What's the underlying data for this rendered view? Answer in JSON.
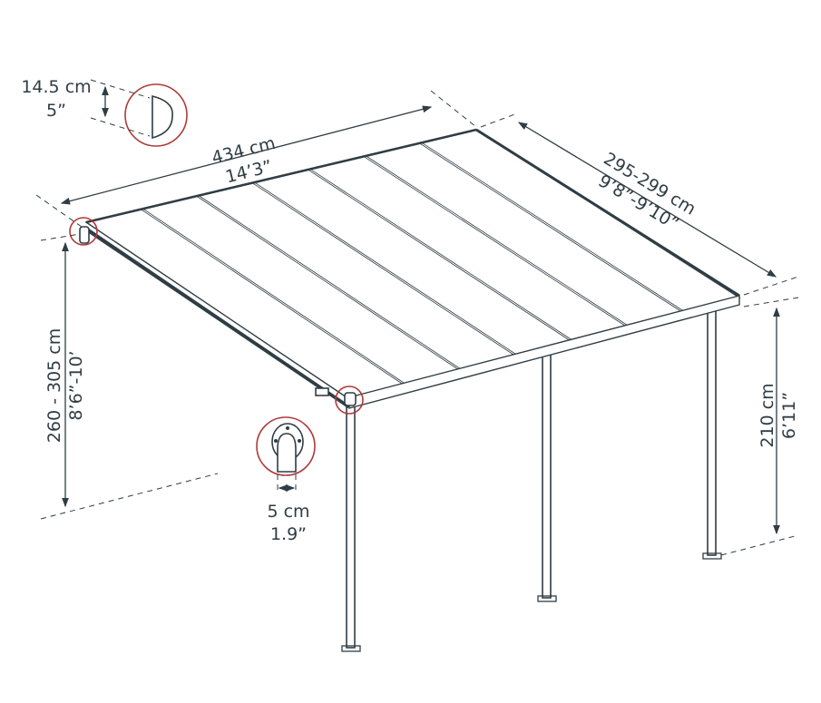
{
  "dimensions": {
    "profile_height": {
      "metric": "14.5 cm",
      "imperial": "5”"
    },
    "width": {
      "metric": "434 cm",
      "imperial": "14’3”"
    },
    "depth": {
      "metric": "295-299 cm",
      "imperial": "9’8”-9’10”"
    },
    "wall_height": {
      "metric": "260 - 305 cm",
      "imperial": "8’6”-10’"
    },
    "post_height": {
      "metric": "210 cm",
      "imperial": "6’11”"
    },
    "post_width": {
      "metric": "5 cm",
      "imperial": "1.9”"
    }
  },
  "panel_count": 7,
  "colors": {
    "line": "#2f3d44",
    "detail_circle": "#b03a3a"
  }
}
